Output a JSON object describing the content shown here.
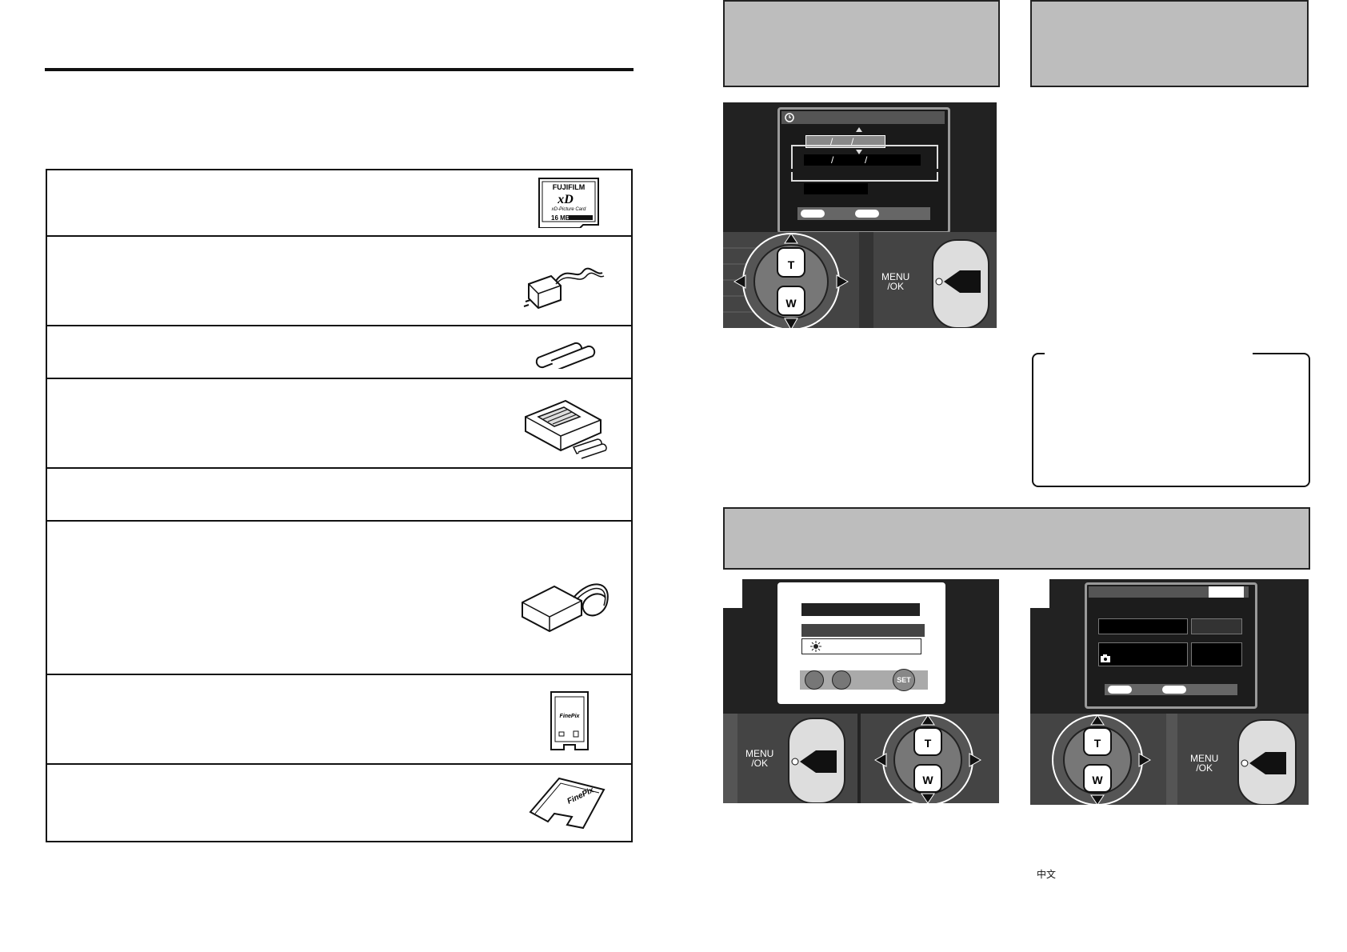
{
  "left_page": {
    "accessories": [
      {
        "name": "xd-card",
        "card_brand": "FUJIFILM",
        "card_type": "xD-Picture Card",
        "card_capacity": "16 MB"
      },
      {
        "name": "ac-adapter"
      },
      {
        "name": "ni-mh-batteries"
      },
      {
        "name": "battery-charger"
      },
      {
        "name": "empty-row"
      },
      {
        "name": "pc-card-adapter-cable"
      },
      {
        "name": "pc-card-adapter",
        "label": "FinePix"
      },
      {
        "name": "compactflash-adapter",
        "label": "FinePix"
      }
    ]
  },
  "right_page": {
    "date_screen": {
      "date_sep": "/",
      "menu_label": "MENU\n/OK",
      "zoom_t": "T",
      "zoom_w": "W"
    },
    "step1": {
      "number": "",
      "menu_label": "MENU\n/OK",
      "zoom_t": "T",
      "zoom_w": "W",
      "set_icon": "SET"
    },
    "step2": {
      "number": "",
      "menu_label": "MENU\n/OK",
      "zoom_t": "T",
      "zoom_w": "W"
    },
    "footer_language": "中文"
  }
}
